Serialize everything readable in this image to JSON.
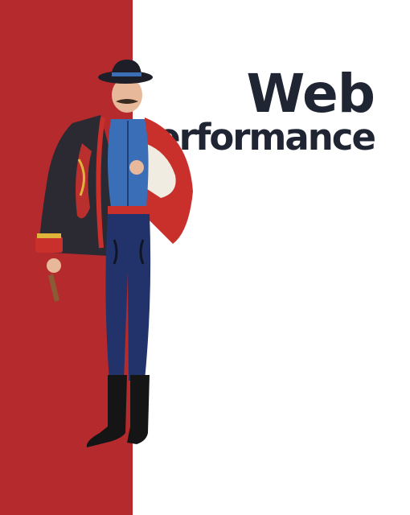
{
  "cover": {
    "title_line1": "Web",
    "title_line2": "Performance"
  },
  "colors": {
    "band": "#b52a2c",
    "title": "#1f2532",
    "background": "#ffffff",
    "cloak": "#2b2a33",
    "cape_lining": "#c9302c",
    "vest": "#3a6fb8",
    "trousers": "#22336b",
    "boots": "#151515"
  },
  "illustration": "folk-costume-figure"
}
